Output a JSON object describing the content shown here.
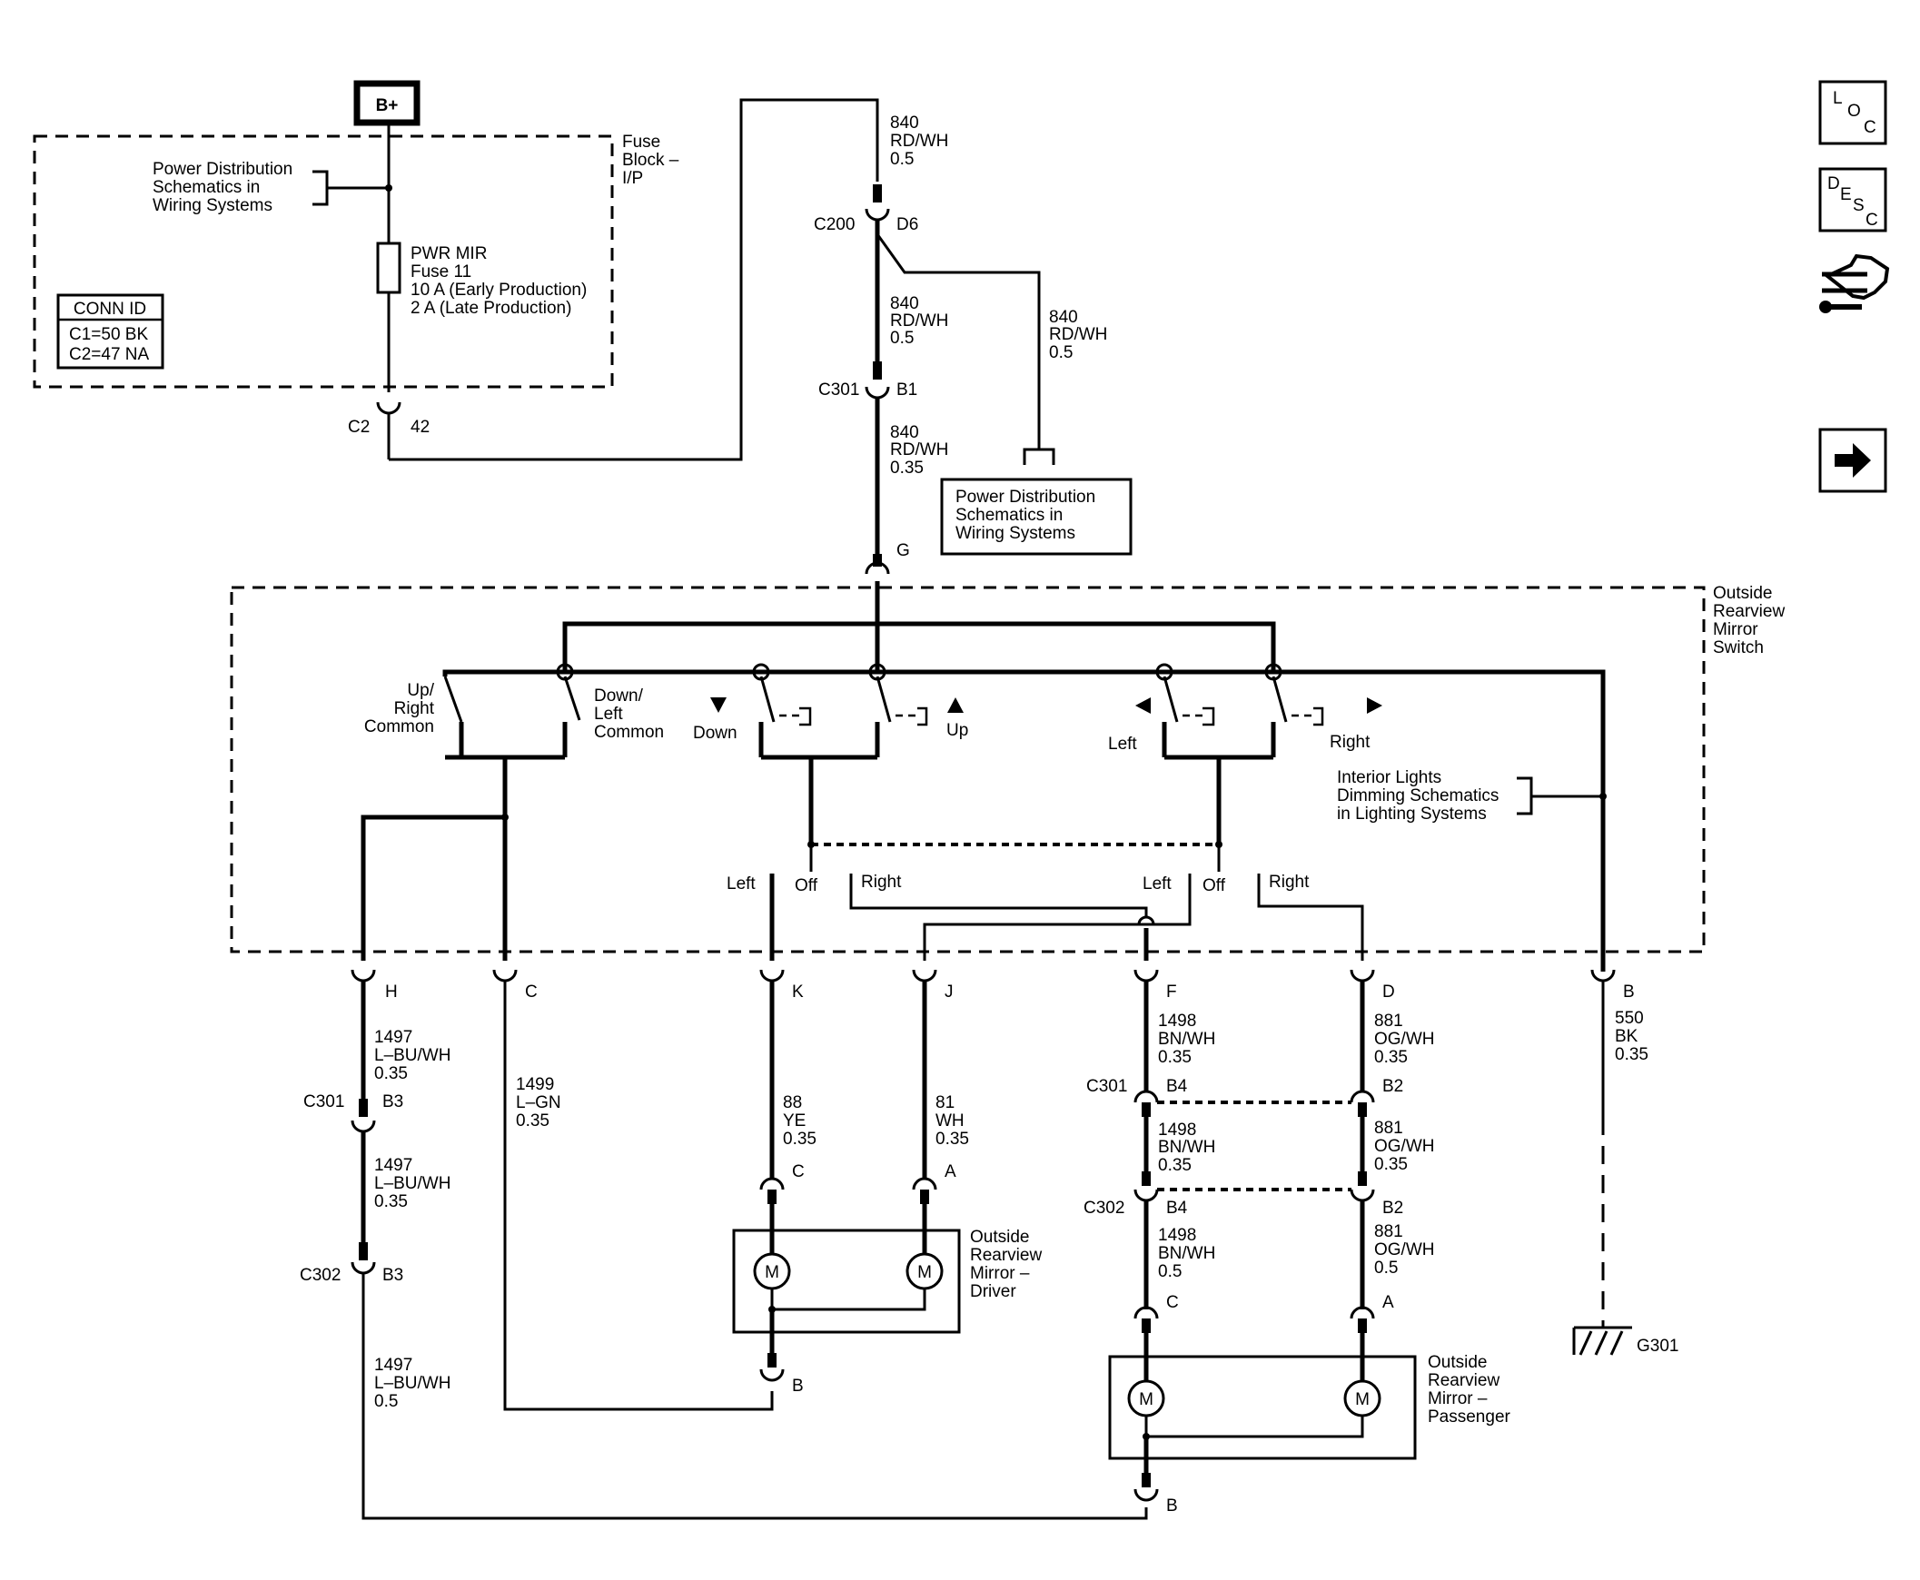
{
  "power_source": "B+",
  "fuse_block": {
    "name": [
      "Fuse",
      "Block –",
      "I/P"
    ],
    "pds_label": [
      "Power Distribution",
      "Schematics in",
      "Wiring Systems"
    ],
    "fuse_label": [
      "PWR MIR",
      "Fuse 11",
      "10 A (Early Production)",
      "2 A (Late Production)"
    ],
    "conn_id_title": "CONN ID",
    "conn_ids": [
      "C1=50 BK",
      "C2=47 NA"
    ],
    "connector": "C2",
    "pin": "42"
  },
  "feed": {
    "w1": [
      "840",
      "RD/WH",
      "0.5"
    ],
    "c200": "C200",
    "c200_pin": "D6",
    "w2": [
      "840",
      "RD/WH",
      "0.5"
    ],
    "w3": [
      "840",
      "RD/WH",
      "0.5"
    ],
    "c301": "C301",
    "c301_pin": "B1",
    "w4": [
      "840",
      "RD/WH",
      "0.35"
    ],
    "pds_box": [
      "Power Distribution",
      "Schematics in",
      "Wiring Systems"
    ],
    "switch_pin": "G"
  },
  "switch": {
    "name": [
      "Outside",
      "Rearview",
      "Mirror",
      "Switch"
    ],
    "up_right_common": [
      "Up/",
      "Right",
      "Common"
    ],
    "down_left_common": [
      "Down/",
      "Left",
      "Common"
    ],
    "down": "Down",
    "up": "Up",
    "left": "Left",
    "right": "Right",
    "interior_lights": [
      "Interior Lights",
      "Dimming Schematics",
      "in Lighting Systems"
    ],
    "sel_left_1": "Left",
    "sel_off_1": "Off",
    "sel_right_1": "Right",
    "sel_left_2": "Left",
    "sel_off_2": "Off",
    "sel_right_2": "Right"
  },
  "pins": {
    "h": "H",
    "c": "C",
    "k": "K",
    "j": "J",
    "f": "F",
    "d": "D",
    "b": "B"
  },
  "circuits": {
    "h1": [
      "1497",
      "L–BU/WH",
      "0.35"
    ],
    "h2": [
      "1497",
      "L–BU/WH",
      "0.35"
    ],
    "h3": [
      "1497",
      "L–BU/WH",
      "0.5"
    ],
    "h_c301": "C301",
    "h_c301_pin": "B3",
    "h_c302": "C302",
    "h_c302_pin": "B3",
    "c1": [
      "1499",
      "L–GN",
      "0.35"
    ],
    "k1": [
      "88",
      "YE",
      "0.35"
    ],
    "j1": [
      "81",
      "WH",
      "0.35"
    ],
    "f1": [
      "1498",
      "BN/WH",
      "0.35"
    ],
    "f2": [
      "1498",
      "BN/WH",
      "0.35"
    ],
    "f3": [
      "1498",
      "BN/WH",
      "0.5"
    ],
    "f_c301": "C301",
    "f_c301_pin": "B4",
    "f_c302": "C302",
    "f_c302_pin": "B4",
    "d1": [
      "881",
      "OG/WH",
      "0.35"
    ],
    "d2": [
      "881",
      "OG/WH",
      "0.35"
    ],
    "d3": [
      "881",
      "OG/WH",
      "0.5"
    ],
    "d_c301_pin": "B2",
    "d_c302_pin": "B2",
    "b1": [
      "550",
      "BK",
      "0.35"
    ],
    "ground": "G301"
  },
  "driver_mirror": {
    "name": [
      "Outside",
      "Rearview",
      "Mirror –",
      "Driver"
    ],
    "pin_c": "C",
    "pin_a": "A",
    "pin_b": "B",
    "motor": "M"
  },
  "passenger_mirror": {
    "name": [
      "Outside",
      "Rearview",
      "Mirror –",
      "Passenger"
    ],
    "pin_c": "C",
    "pin_a": "A",
    "pin_b": "B",
    "motor": "M"
  },
  "nav": {
    "loc": [
      "L",
      "O",
      "C"
    ],
    "desc": [
      "D",
      "E",
      "S",
      "C"
    ],
    "tools_icon": "tools-icon",
    "next_icon": "arrow-right-icon"
  }
}
